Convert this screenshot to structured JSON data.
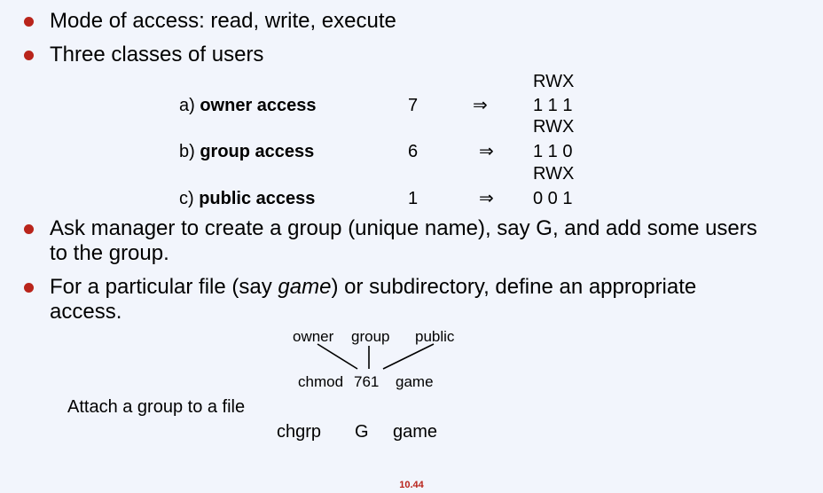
{
  "bullets": [
    {
      "text": "Mode of access:  read, write, execute"
    },
    {
      "text": "Three classes of users"
    },
    {
      "line1": "Ask manager to create a group (unique name), say G, and add some users",
      "line2": "to the group."
    },
    {
      "line1_pre": "For a particular file (say ",
      "line1_em": "game",
      "line1_post": ") or subdirectory, define an appropriate",
      "line2": "access."
    }
  ],
  "access_table": {
    "header_label": "RWX",
    "rows": [
      {
        "prefix": "a) ",
        "label": "owner access",
        "value": "7",
        "arrow": "⇒",
        "bits": "1 1 1"
      },
      {
        "prefix": "b) ",
        "label": "group access",
        "value": "6",
        "arrow": "⇒",
        "bits": "1 1 0"
      },
      {
        "prefix": "c) ",
        "label": "public access",
        "value": "1",
        "arrow": "⇒",
        "bits": "0 0 1"
      }
    ]
  },
  "chmod_diagram": {
    "labels": [
      "owner",
      "group",
      "public"
    ],
    "command": "chmod",
    "mode": "761",
    "file": "game"
  },
  "attach": {
    "text": "Attach a group to a file",
    "command": "chgrp",
    "group": "G",
    "file": "game"
  },
  "slide_number": "10.44",
  "colors": {
    "bullet": "#b9241b",
    "background": "#f2f5fc",
    "slide_number": "#b9241b"
  }
}
